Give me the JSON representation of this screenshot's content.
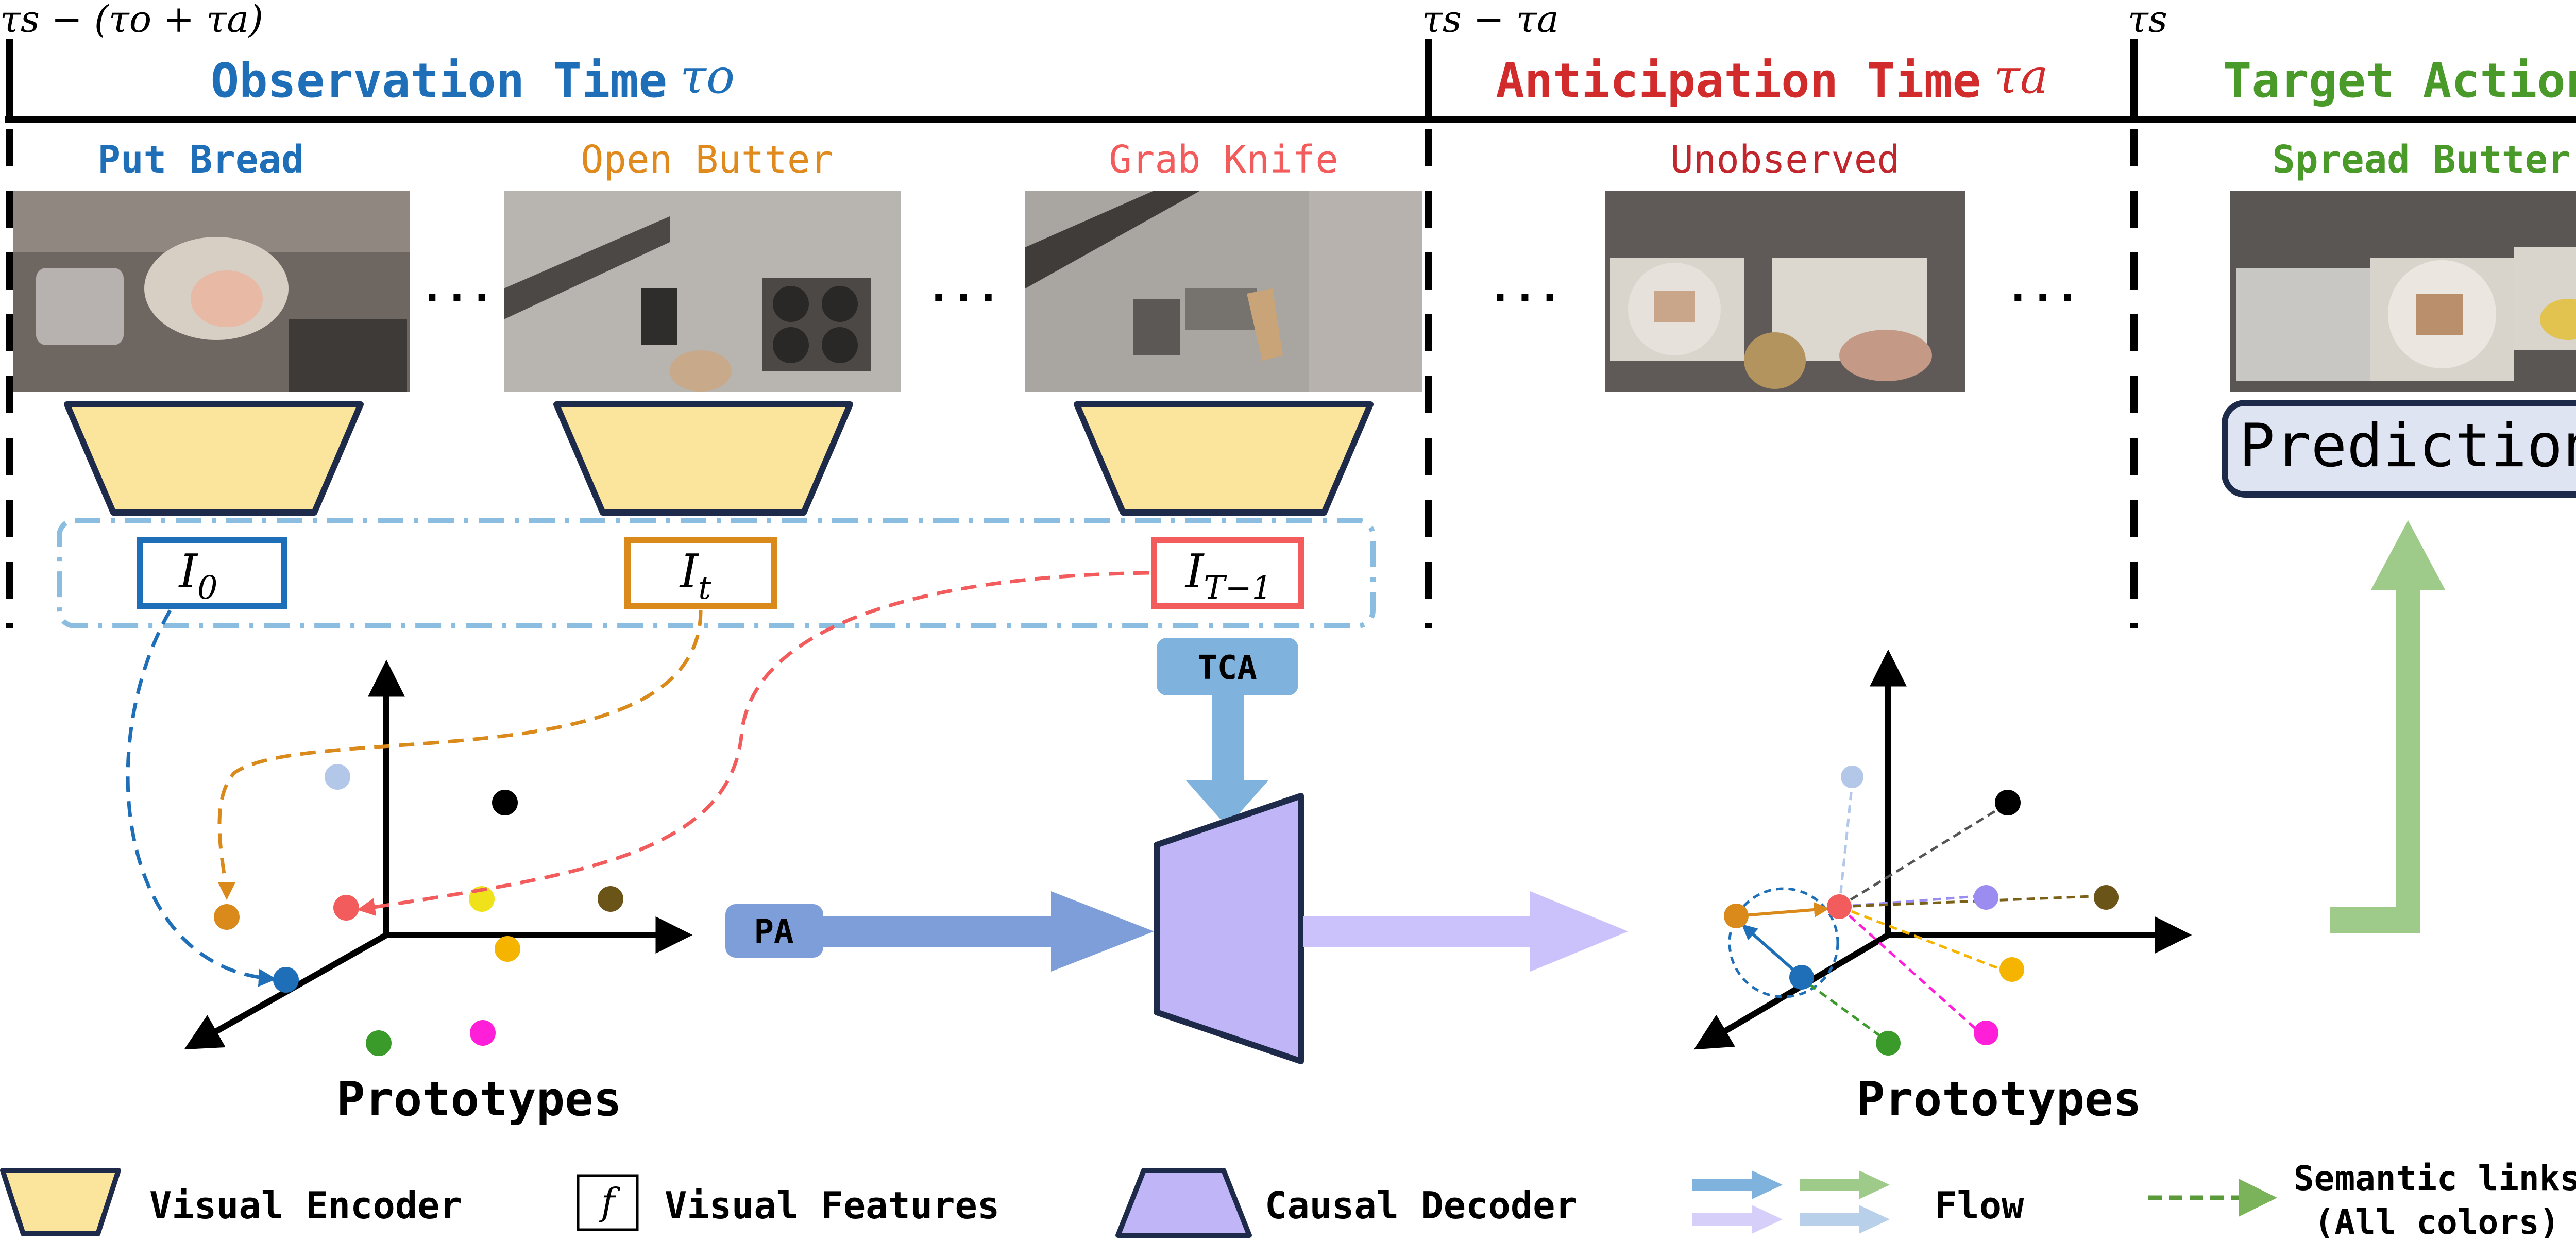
{
  "timeline": {
    "marks": {
      "start": "τs − (τo + τa)",
      "observed_end": "τs − τa",
      "target": "τs"
    },
    "sections": {
      "observation": {
        "label": "Observation Time",
        "symbol": "τo",
        "color": "#1f6fb8"
      },
      "anticipation": {
        "label": "Anticipation Time",
        "symbol": "τa",
        "color": "#d22b2b"
      },
      "target": {
        "label": "Target Action",
        "color": "#4a9a2a"
      }
    }
  },
  "frames": [
    {
      "label": "Put Bread",
      "color": "#1f6fb8"
    },
    {
      "label": "Open Butter",
      "color": "#e08a1e"
    },
    {
      "label": "Grab Knife",
      "color": "#f25c5c"
    },
    {
      "label": "Unobserved",
      "color": "#c0262c"
    },
    {
      "label": "Spread Butter",
      "color": "#4a9a2a"
    }
  ],
  "ellipsis": "...",
  "features": [
    {
      "base": "I",
      "sub": "0",
      "color": "#1f6fb8"
    },
    {
      "base": "I",
      "sub": "t",
      "color": "#d98a1a"
    },
    {
      "base": "I",
      "sub": "T−1",
      "color": "#f25c5c"
    }
  ],
  "modules": {
    "tca": "TCA",
    "pa": "PA",
    "prediction": "Prediction"
  },
  "prototypes_label_left": "Prototypes",
  "prototypes_label_right": "Prototypes",
  "legend": {
    "visual_encoder": "Visual Encoder",
    "feature_symbol": "f",
    "visual_features": "Visual Features",
    "causal_decoder": "Causal Decoder",
    "flow": "Flow",
    "semantic_links_line1": "Semantic links",
    "semantic_links_line2": "(All colors)"
  },
  "colors": {
    "encoder_fill": "#fbe49b",
    "decoder_fill": "#bfb5f7",
    "tca_fill": "#7fb3de",
    "pa_fill": "#7d9ed8",
    "prediction_fill": "#dfe4f2",
    "dashed_box": "#8bbde0",
    "green_flow": "#9fcb8a"
  }
}
